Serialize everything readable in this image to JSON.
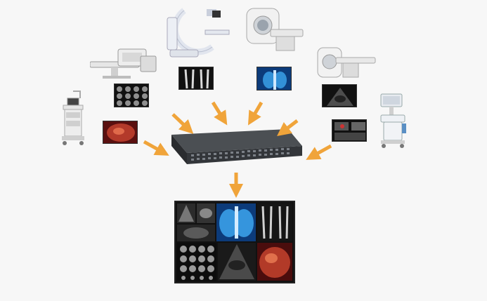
{
  "diagram": {
    "nodes": [
      {
        "id": "surgical-table",
        "icon": "surgical-table-icon"
      },
      {
        "id": "c-arm",
        "icon": "c-arm-icon"
      },
      {
        "id": "ct-scanner",
        "icon": "ct-scanner-icon"
      },
      {
        "id": "mri-scanner",
        "icon": "mri-scanner-icon"
      },
      {
        "id": "endoscopy-cart",
        "icon": "endoscopy-cart-icon"
      },
      {
        "id": "ultrasound-cart",
        "icon": "ultrasound-cart-icon"
      },
      {
        "id": "network-switch",
        "icon": "network-switch-icon"
      },
      {
        "id": "composite-display",
        "icon": "image-mosaic-icon"
      }
    ],
    "thumbnails": [
      "brain-mri-grid-thumbnail",
      "leg-xray-thumbnail",
      "chest-xray-thumbnail",
      "ultrasound-scan-thumbnail",
      "endoscopy-thumbnail",
      "ultrasound-doppler-thumbnail"
    ],
    "colors": {
      "arrow": "#f0a43a",
      "background": "#f7f7f7",
      "panel": "#111111",
      "xray-blue": "#3aa0e8"
    }
  }
}
